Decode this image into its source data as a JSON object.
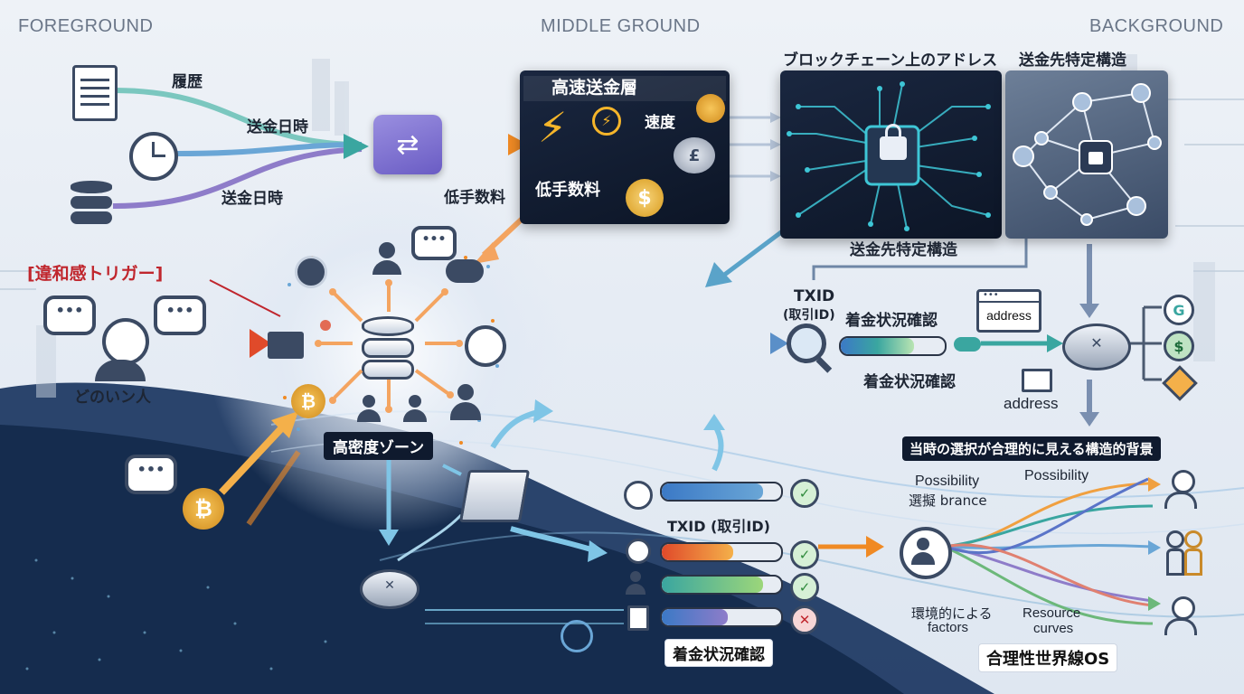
{
  "headers": {
    "foreground": "FOREGROUND",
    "middle": "MIDDLE GROUND",
    "background": "BACKGROUND"
  },
  "inputs": {
    "history": "履歴",
    "send_time_1": "送金日時",
    "send_time_2": "送金日時"
  },
  "fast_layer": {
    "title": "高速送金層",
    "speed": "速度",
    "low_fee_inside": "低手数料",
    "low_fee_outside": "低手数料"
  },
  "blockchain": {
    "address_title": "ブロックチェーン上のアドレス",
    "dest_title": "送金先特定構造",
    "dest_label": "送金先特定構造"
  },
  "trigger": {
    "label": "[違和感トリガー]",
    "person": "どのいン人"
  },
  "zone": {
    "label": "高密度ゾーン"
  },
  "txid_panel": {
    "txid": "TXID",
    "txid_sub": "(取引ID)",
    "status_1": "着金状況確認",
    "status_2": "着金状況確認",
    "address_box": "address",
    "address_mail": "address"
  },
  "status_list": {
    "txid": "TXID (取引ID)",
    "label": "着金状況確認",
    "bars": [
      0.85,
      0.6,
      0.85,
      0.55
    ]
  },
  "rational": {
    "banner": "当時の選択が合理的に見える構造的背景",
    "possibility_1": "Possibility",
    "branch_1": "選擬 brance",
    "possibility_2": "Possibility",
    "env_1": "環境的による",
    "env_2": "factors",
    "resource_1": "Resource",
    "resource_2": "curves",
    "os_title": "合理性世界線OS"
  },
  "colors": {
    "accent_orange": "#f08a24",
    "accent_teal": "#3aa6a0",
    "accent_blue": "#3b79c6",
    "dark_panel": "#0f1a2e",
    "red": "#c0262d"
  },
  "icons": [
    "document-icon",
    "clock-icon",
    "database-icon",
    "exchange-icon",
    "lightning-icon",
    "coin-icon",
    "lock-icon",
    "chip-icon",
    "chat-icon",
    "person-icon",
    "cloud-icon",
    "network-icon",
    "bitcoin-icon",
    "router-icon",
    "magnifier-icon",
    "check-icon",
    "cross-icon",
    "mail-icon",
    "dollar-icon"
  ]
}
